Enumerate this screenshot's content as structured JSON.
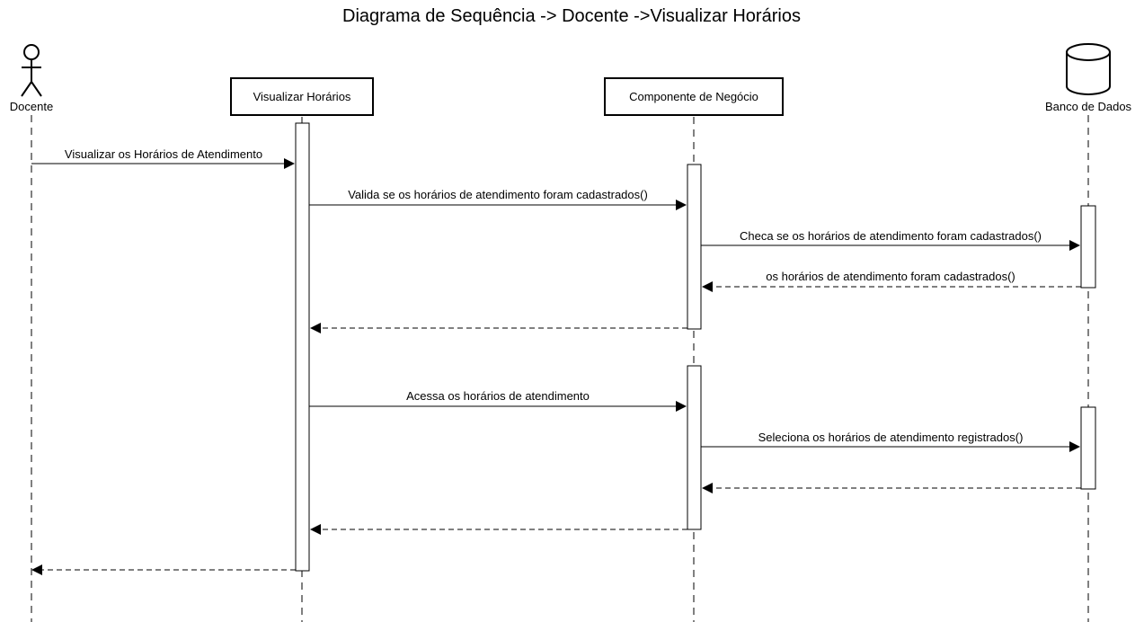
{
  "title": "Diagrama de Sequência -> Docente ->Visualizar Horários",
  "participants": {
    "docente": "Docente",
    "visualizar": "Visualizar Horários",
    "componente": "Componente de Negócio",
    "banco": "Banco de Dados"
  },
  "messages": {
    "m1": "Visualizar os Horários de Atendimento",
    "m2": "Valida se os horários de atendimento foram cadastrados()",
    "m3": "Checa se os horários de atendimento foram cadastrados()",
    "m4": "os horários de atendimento foram cadastrados()",
    "m6": "Acessa os horários de atendimento",
    "m7": "Seleciona os horários de atendimento registrados()"
  },
  "icons": {
    "actor": "stick-figure-actor-icon",
    "database": "database-cylinder-icon"
  }
}
